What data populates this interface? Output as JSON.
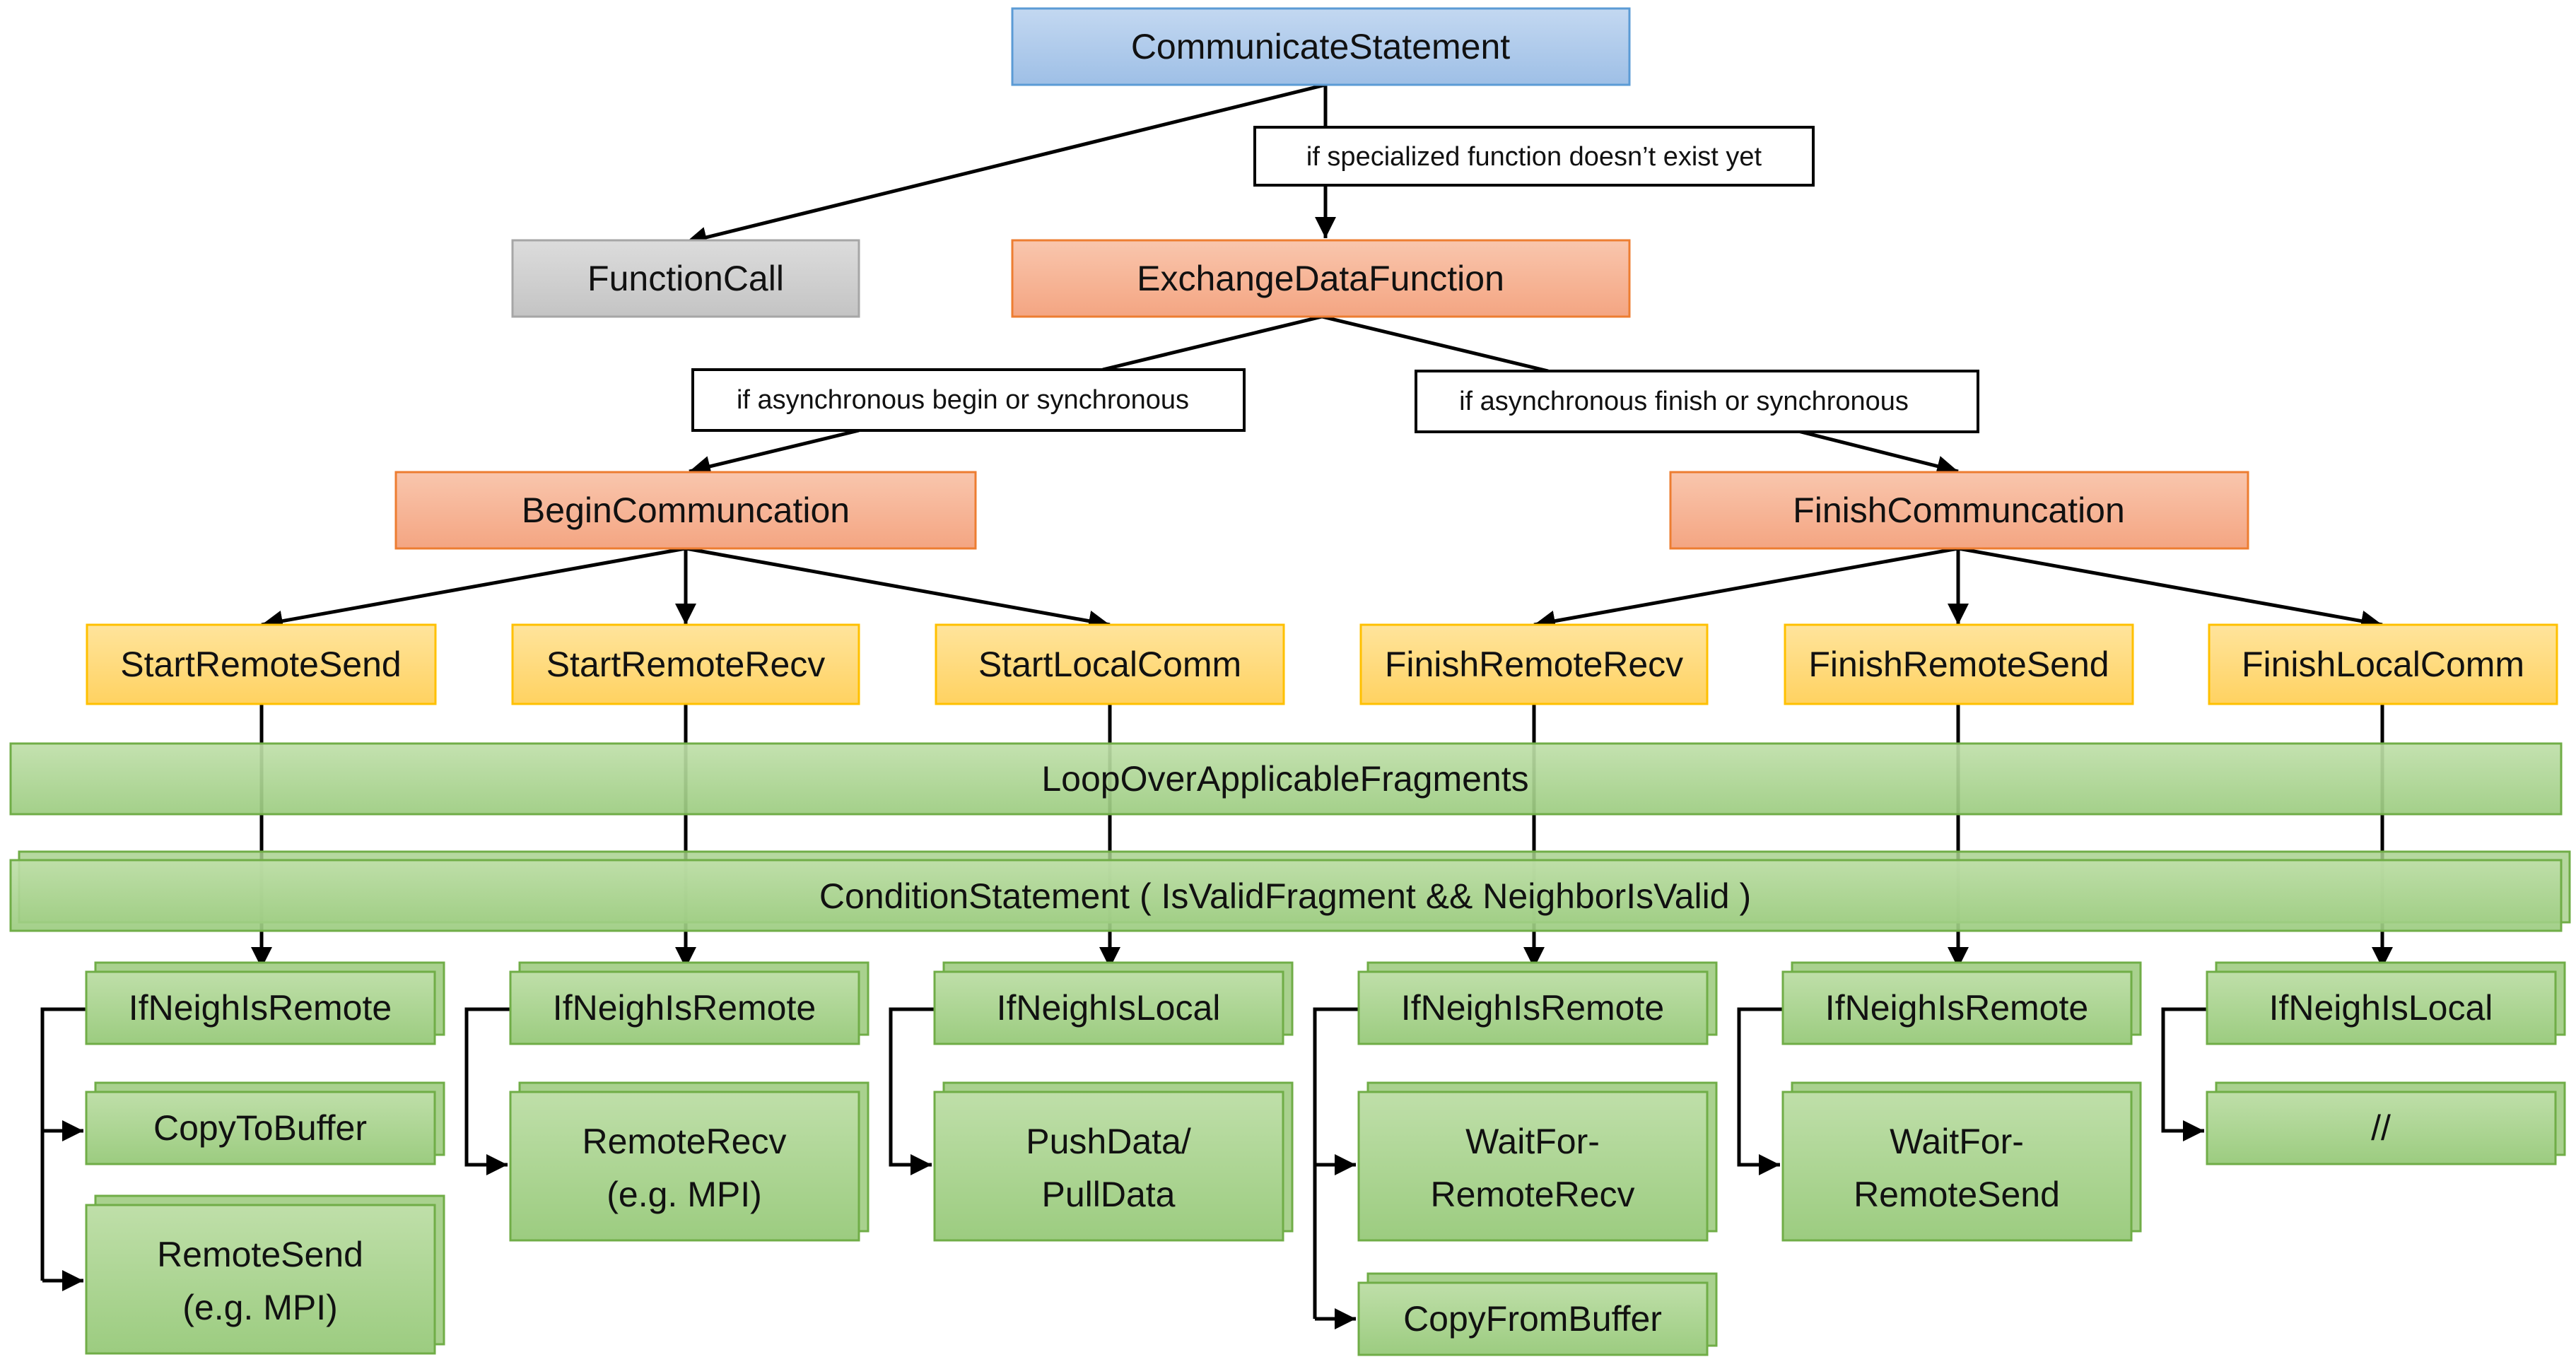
{
  "nodes": {
    "communicate_statement": "CommunicateStatement",
    "function_call": "FunctionCall",
    "exchange_data_function": "ExchangeDataFunction",
    "begin_communcation": "BeginCommuncation",
    "finish_communcation": "FinishCommuncation",
    "start_remote_send": "StartRemoteSend",
    "start_remote_recv": "StartRemoteRecv",
    "start_local_comm": "StartLocalComm",
    "finish_remote_recv": "FinishRemoteRecv",
    "finish_remote_send": "FinishRemoteSend",
    "finish_local_comm": "FinishLocalComm",
    "loop_over_fragments": "LoopOverApplicableFragments",
    "condition_statement": "ConditionStatement ( IsValidFragment && NeighborIsValid )",
    "col1_if": "IfNeighIsRemote",
    "col1_copy": "CopyToBuffer",
    "col1_send_l1": "RemoteSend",
    "col1_send_l2": "(e.g. MPI)",
    "col2_if": "IfNeighIsRemote",
    "col2_recv_l1": "RemoteRecv",
    "col2_recv_l2": "(e.g. MPI)",
    "col3_if": "IfNeighIsLocal",
    "col3_push_l1": "PushData/",
    "col3_push_l2": "PullData",
    "col4_if": "IfNeighIsRemote",
    "col4_wait_l1": "WaitFor-",
    "col4_wait_l2": "RemoteRecv",
    "col4_copy": "CopyFromBuffer",
    "col5_if": "IfNeighIsRemote",
    "col5_wait_l1": "WaitFor-",
    "col5_wait_l2": "RemoteSend",
    "col6_if": "IfNeighIsLocal",
    "col6_comment": "//"
  },
  "conditions": {
    "specialized": "if specialized function doesn’t exist yet",
    "async_begin": "if asynchronous begin or synchronous",
    "async_finish": "if asynchronous finish or synchronous"
  },
  "colors": {
    "blue_fill": "#a9c7ea",
    "blue_stroke": "#5b9bd5",
    "gray_fill": "#cfcfcf",
    "gray_stroke": "#a6a6a6",
    "orange_fill": "#f6b394",
    "orange_stroke": "#ed7d31",
    "yellow_fill": "#ffd97a",
    "yellow_stroke": "#ffc000",
    "green_fill": "#a9d18e",
    "green_stroke": "#70ad47"
  }
}
